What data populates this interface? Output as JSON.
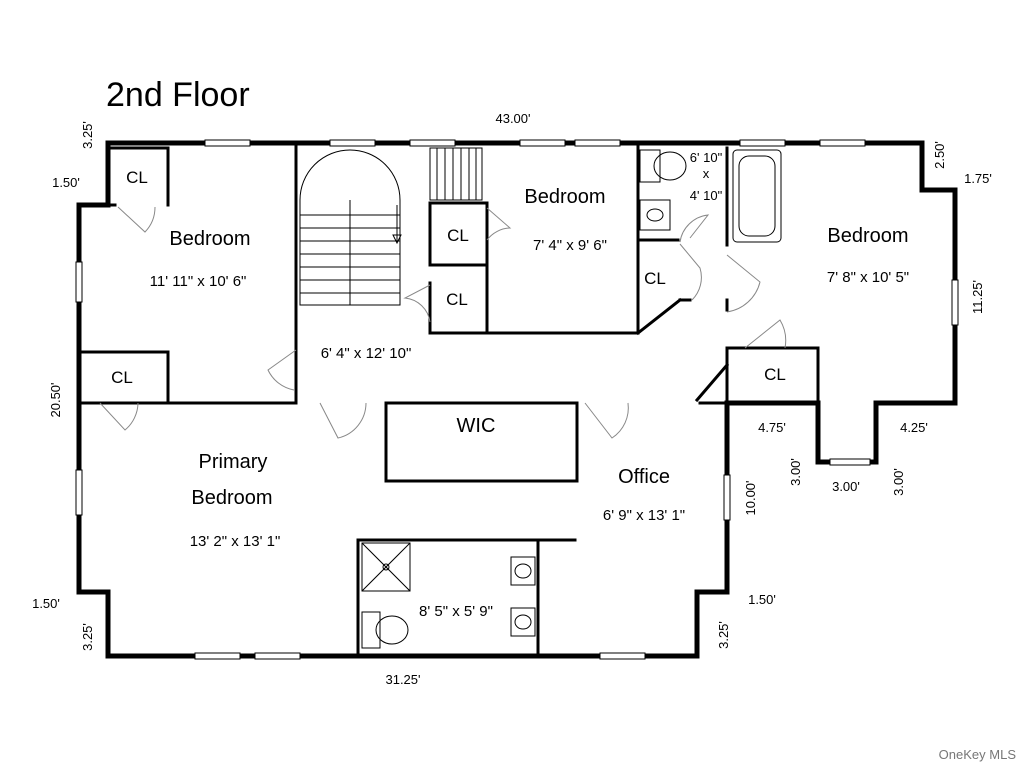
{
  "title": "2nd Floor",
  "watermark": "OneKey MLS",
  "rooms": {
    "bedroom_nw": {
      "name": "Bedroom",
      "size": "11' 11\" x 10' 6\""
    },
    "bedroom_center": {
      "name": "Bedroom",
      "size": "7' 4\" x 9' 6\""
    },
    "bedroom_east": {
      "name": "Bedroom",
      "size": "7' 8\" x 10' 5\""
    },
    "hall": {
      "size": "6' 4\" x 12' 10\""
    },
    "wic": {
      "name": "WIC"
    },
    "primary": {
      "name_line1": "Primary",
      "name_line2": "Bedroom",
      "size": "13' 2\" x 13' 1\""
    },
    "office": {
      "name": "Office",
      "size": "6' 9\" x 13' 1\""
    },
    "bath_primary": {
      "size": "8' 5\" x 5' 9\""
    },
    "bath_upper": {
      "size_line1": "6' 10\"",
      "size_line2": "x",
      "size_line3": "4' 10\""
    }
  },
  "closets": [
    "CL",
    "CL",
    "CL",
    "CL",
    "CL",
    "CL"
  ],
  "measurements": {
    "top_total": "43.00'",
    "top_left_corner": "3.25'",
    "left_upper_jog": "1.50'",
    "left_side": "20.50'",
    "left_lower_jog": "1.50'",
    "bottom_left_corner": "3.25'",
    "bottom_total": "31.25'",
    "bottom_right_corner": "3.25'",
    "right_lower_jog": "1.50'",
    "office_side": "10.00'",
    "bay_left": "4.75'",
    "bay_left_depth": "3.00'",
    "bay_width": "3.00'",
    "bay_right_depth": "3.00'",
    "bay_right": "4.25'",
    "east_side": "11.25'",
    "top_right_corner": "2.50'",
    "right_upper_jog": "1.75'"
  }
}
